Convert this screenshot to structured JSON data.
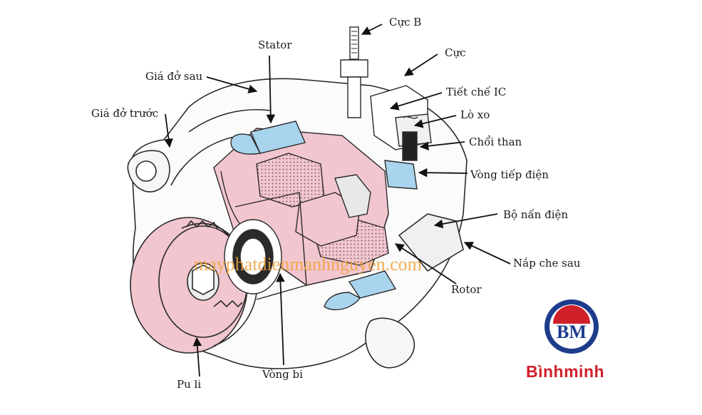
{
  "labels": {
    "cuc_b": "Cực B",
    "stator": "Stator",
    "cuc": "Cực",
    "gia_do_sau": "Giá đở sau",
    "tiet_che_ic": "Tiết chế IC",
    "gia_do_truoc": "Giá đở trước",
    "lo_xo": "Lò xo",
    "choi_than": "Chổi than",
    "vong_tiep_dien": "Vòng tiếp điện",
    "bo_nan_dien": "Bộ nấn điện",
    "nap_che_sau": "Nắp che sau",
    "rotor": "Rotor",
    "pu_li": "Pu li",
    "vong_bi": "Vòng bi"
  },
  "watermark": "mayphatdienmanhnguyen.com",
  "brand": {
    "logo_text": "BM",
    "name": "Bìnhminh"
  },
  "colors": {
    "pink": "#f2c6cf",
    "blue": "#a9d4ee",
    "watermark": "#f2a23a",
    "brand_red": "#d0202a",
    "brand_blue": "#1e3c8c"
  }
}
